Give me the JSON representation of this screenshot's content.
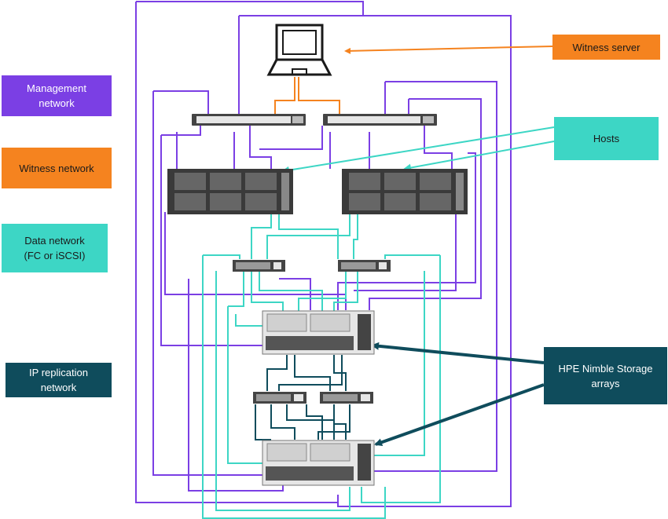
{
  "legend": {
    "management": {
      "label": "Management\nnetwork",
      "color": "#7b3fe4",
      "text_color": "#ffffff"
    },
    "witness": {
      "label": "Witness  network",
      "color": "#f5831f",
      "text_color": "#1a1a1a"
    },
    "data": {
      "label": "Data network\n(FC or iSCSI)",
      "color": "#3dd6c5",
      "text_color": "#1a1a1a"
    },
    "replication": {
      "label": "IP replication\nnetwork",
      "color": "#0f4c5c",
      "text_color": "#ffffff"
    }
  },
  "callouts": {
    "witness_server": {
      "label": "Witness server",
      "color": "#f5831f",
      "text_color": "#1a1a1a"
    },
    "hosts": {
      "label": "Hosts",
      "color": "#3dd6c5",
      "text_color": "#1a1a1a"
    },
    "arrays": {
      "label": "HPE Nimble Storage\narrays",
      "color": "#0f4c5c",
      "text_color": "#ffffff"
    }
  },
  "colors": {
    "management_line": "#7b3fe4",
    "witness_line": "#f5831f",
    "data_line": "#3dd6c5",
    "replication_line": "#0f4c5c",
    "device_dark": "#3a3a3a",
    "device_light": "#e6e6e6"
  },
  "icons": [
    "laptop-icon",
    "network-switch-icon",
    "rack-server-icon",
    "storage-array-icon"
  ]
}
